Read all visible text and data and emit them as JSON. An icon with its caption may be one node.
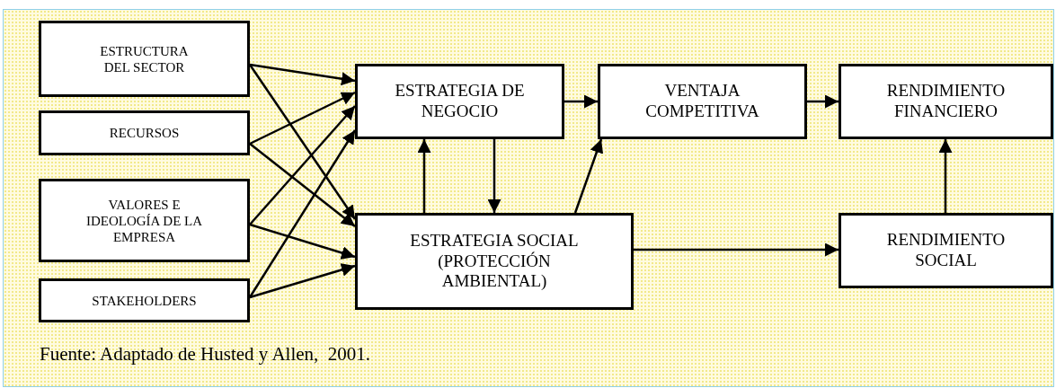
{
  "diagram": {
    "caption": "Fuente: Adaptado de Husted y Allen,  2001.",
    "nodes": [
      {
        "text": [
          "ESTRUCTURA DEL SECTOR"
        ]
      },
      {
        "text": [
          "RECURSOS"
        ]
      },
      {
        "text": [
          "VALORES E IDEOLOGÍA DE LA EMPRESA"
        ]
      },
      {
        "text": [
          "STAKEHOLDERS"
        ]
      },
      {
        "text": [
          "ESTRATEGIA DE NEGOCIO"
        ]
      },
      {
        "text": [
          "VENTAJA COMPETITIVA"
        ]
      },
      {
        "text": [
          "RENDIMIENTO FINANCIERO"
        ]
      },
      {
        "text": [
          "ESTRATEGIA SOCIAL (PROTECCIÓN AMBIENTAL)"
        ]
      },
      {
        "text": [
          "RENDIMIENTO SOCIAL"
        ]
      }
    ],
    "edges": [
      {
        "from": 0,
        "to": 4,
        "arrow": "to"
      },
      {
        "from": 0,
        "to": 7,
        "arrow": "to"
      },
      {
        "from": 1,
        "to": 4,
        "arrow": "to"
      },
      {
        "from": 1,
        "to": 7,
        "arrow": "to"
      },
      {
        "from": 2,
        "to": 4,
        "arrow": "to"
      },
      {
        "from": 2,
        "to": 7,
        "arrow": "to"
      },
      {
        "from": 3,
        "to": 4,
        "arrow": "to"
      },
      {
        "from": 3,
        "to": 7,
        "arrow": "to"
      },
      {
        "from": 4,
        "to": 5,
        "arrow": "to"
      },
      {
        "from": 5,
        "to": 6,
        "arrow": "to"
      },
      {
        "from": 7,
        "to": 4,
        "arrow": "to"
      },
      {
        "from": 4,
        "to": 7,
        "arrow": "to"
      },
      {
        "from": 7,
        "to": 5,
        "arrow": "to"
      },
      {
        "from": 7,
        "to": 8,
        "arrow": "to"
      },
      {
        "from": 8,
        "to": 6,
        "arrow": "to"
      }
    ]
  }
}
